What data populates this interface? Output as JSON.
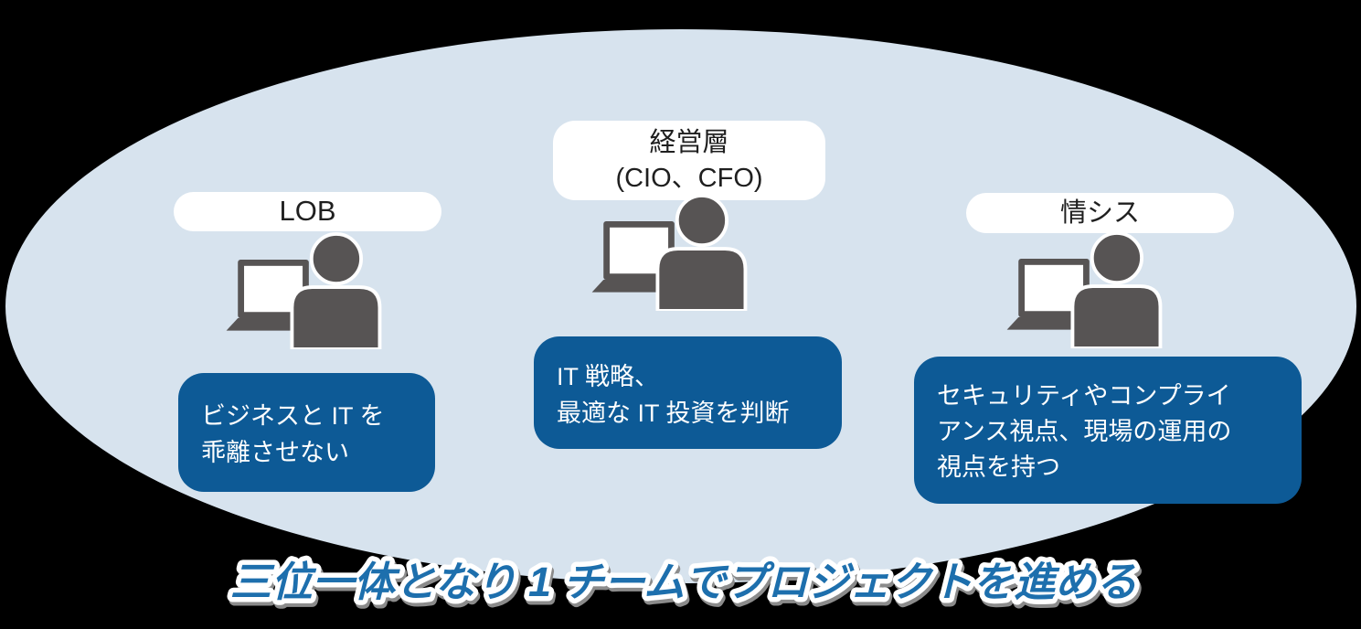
{
  "colors": {
    "background": "#000000",
    "ellipse": "#d7e3ee",
    "box_blue": "#0d5a96",
    "person_gray": "#575454",
    "label_text": "#1f1f1f",
    "tagline_blue": "#1d6fad",
    "tagline_outline": "#ffffff"
  },
  "tagline": {
    "text": "三位一体となり 1 チームでプロジェクトを進める"
  },
  "groups": [
    {
      "name": "lob",
      "icon": "person-laptop",
      "label_lines": [
        "LOB"
      ],
      "desc_lines": [
        "ビジネスと IT を",
        "乖離させない"
      ]
    },
    {
      "name": "management",
      "icon": "person-laptop",
      "label_lines": [
        "経営層",
        "(CIO、CFO)"
      ],
      "desc_lines": [
        "IT 戦略、",
        "最適な IT 投資を判断"
      ]
    },
    {
      "name": "info-systems",
      "icon": "person-laptop",
      "label_lines": [
        "情シス"
      ],
      "desc_lines": [
        "セキュリティやコンプライ",
        "アンス視点、現場の運用の",
        "視点を持つ"
      ]
    }
  ]
}
